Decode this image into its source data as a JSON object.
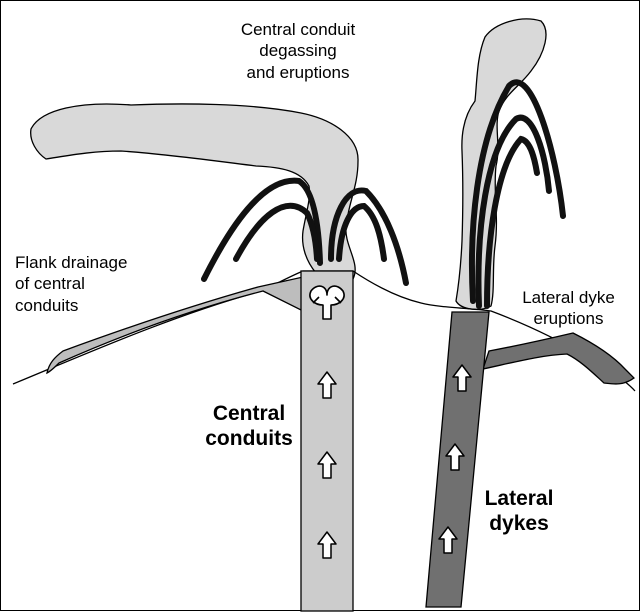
{
  "labels": {
    "central_degassing": [
      "Central conduit",
      "degassing",
      "and eruptions"
    ],
    "flank_drainage": [
      "Flank drainage",
      "of central",
      "conduits"
    ],
    "lateral_eruptions": [
      "Lateral dyke",
      "eruptions"
    ],
    "central_conduits": [
      "Central",
      "conduits"
    ],
    "lateral_dykes": [
      "Lateral",
      "dykes"
    ]
  },
  "colors": {
    "plume": "#d9d9d9",
    "central_conduit": "#cccccc",
    "lateral_dyke": "#707070",
    "flank_flow": "#bdbdbd",
    "lava_jets": "#111111",
    "outline": "#000000"
  }
}
